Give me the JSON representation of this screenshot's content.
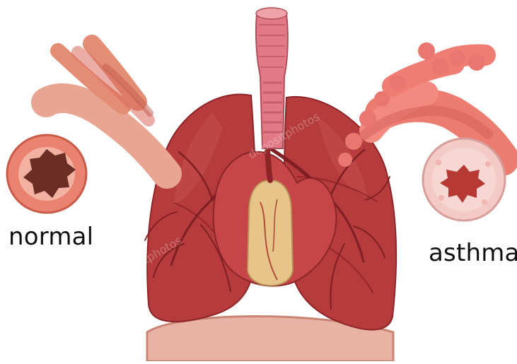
{
  "labels": {
    "normal": "normal",
    "asthma": "asthma"
  },
  "watermark": "depositphotos",
  "colors": {
    "lung": "#b83a3c",
    "lung_dark": "#8f2427",
    "trachea": "#e07b86",
    "heart": "#c44747",
    "heart_center": "#e9c88a",
    "normal_airway_outer": "#e48473",
    "normal_airway_inner": "#f0a08b",
    "normal_lumen": "#6b2e25",
    "asthma_airway_outer": "#f2c9c3",
    "asthma_lumen": "#b53c34",
    "diaphragm": "#e3a999"
  },
  "icons": {
    "normal_airway": "airway-cross-section-normal",
    "asthma_airway": "airway-cross-section-asthma",
    "lungs": "lungs",
    "heart": "heart",
    "trachea": "trachea"
  }
}
